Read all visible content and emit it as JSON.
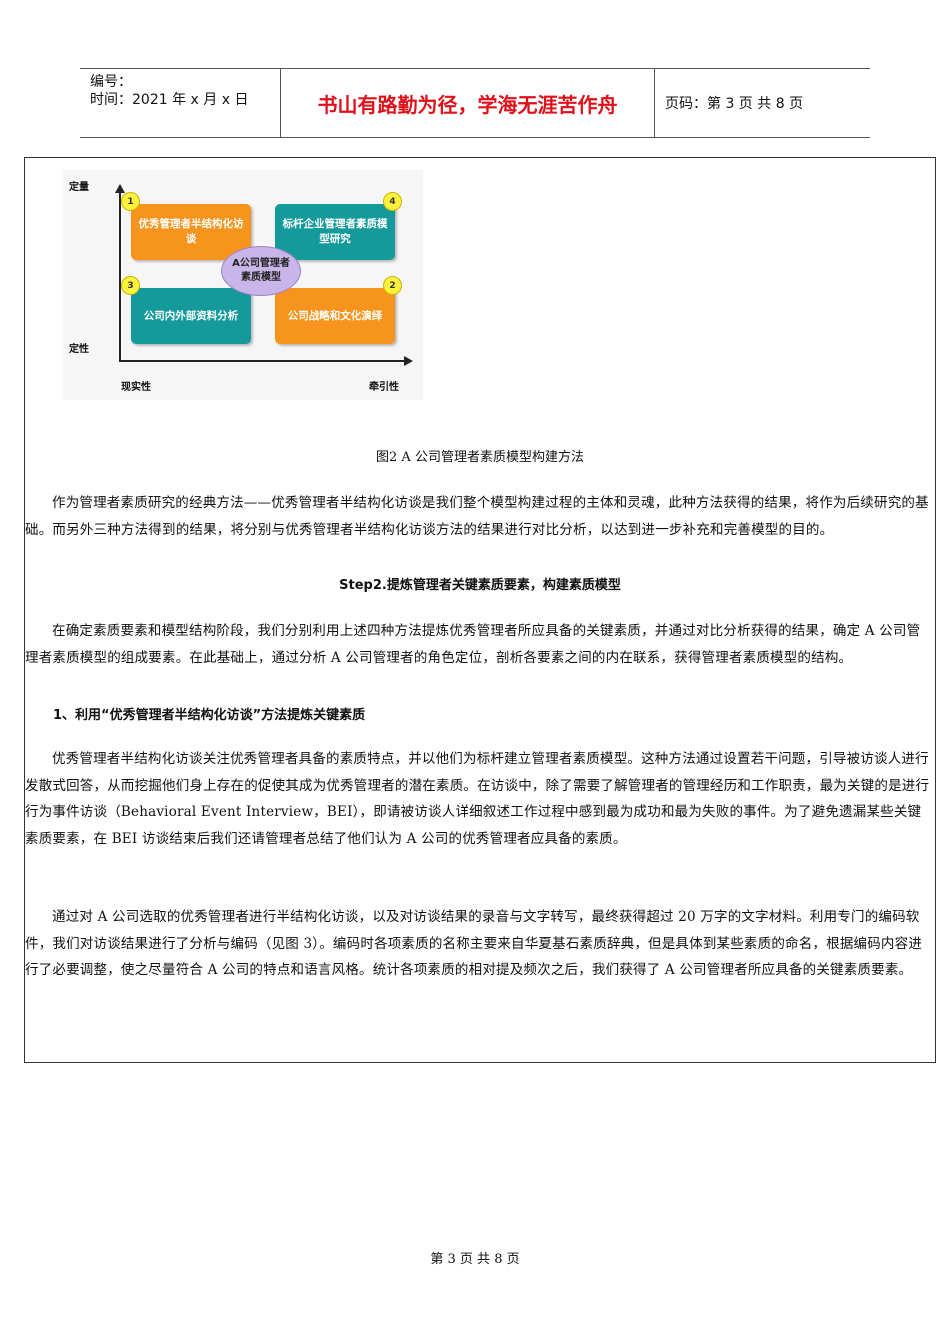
{
  "header": {
    "number_label": "编号：",
    "time_label": "时间：2021 年 x 月 x 日",
    "motto": "书山有路勤为径，学海无涯苦作舟",
    "page_info": "页码：第 3 页  共 8 页"
  },
  "figure": {
    "y_top_label": "定量",
    "y_bottom_label": "定性",
    "x_left_label": "现实性",
    "x_right_label": "牵引性",
    "center": "A公司管理者素质模型",
    "quadrants": [
      {
        "num": "1",
        "text": "优秀管理者半结构化访谈"
      },
      {
        "num": "4",
        "text": "标杆企业管理者素质模型研究"
      },
      {
        "num": "3",
        "text": "公司内外部资料分析"
      },
      {
        "num": "2",
        "text": "公司战略和文化演绎"
      }
    ],
    "caption": "图2  A 公司管理者素质模型构建方法"
  },
  "body": {
    "p1": "作为管理者素质研究的经典方法——优秀管理者半结构化访谈是我们整个模型构建过程的主体和灵魂，此种方法获得的结果，将作为后续研究的基础。而另外三种方法得到的结果，将分别与优秀管理者半结构化访谈方法的结果进行对比分析，以达到进一步补充和完善模型的目的。",
    "step2_heading": "Step2.提炼管理者关键素质要素，构建素质模型",
    "p2": "在确定素质要素和模型结构阶段，我们分别利用上述四种方法提炼优秀管理者所应具备的关键素质，并通过对比分析获得的结果，确定 A 公司管理者素质模型的组成要素。在此基础上，通过分析 A 公司管理者的角色定位，剖析各要素之间的内在联系，获得管理者素质模型的结构。",
    "sub_heading": "1、利用“优秀管理者半结构化访谈”方法提炼关键素质",
    "p3": "优秀管理者半结构化访谈关注优秀管理者具备的素质特点，并以他们为标杆建立管理者素质模型。这种方法通过设置若干问题，引导被访谈人进行发散式回答，从而挖掘他们身上存在的促使其成为优秀管理者的潜在素质。在访谈中，除了需要了解管理者的管理经历和工作职责，最为关键的是进行行为事件访谈（Behavioral Event Interview，BEI），即请被访谈人详细叙述工作过程中感到最为成功和最为失败的事件。为了避免遗漏某些关键素质要素，在 BEI 访谈结束后我们还请管理者总结了他们认为 A 公司的优秀管理者应具备的素质。",
    "p4": "通过对 A 公司选取的优秀管理者进行半结构化访谈，以及对访谈结果的录音与文字转写，最终获得超过 20 万字的文字材料。利用专门的编码软件，我们对访谈结果进行了分析与编码（见图 3）。编码时各项素质的名称主要来自华夏基石素质辞典，但是具体到某些素质的命名，根据编码内容进行了必要调整，使之尽量符合 A 公司的特点和语言风格。统计各项素质的相对提及频次之后，我们获得了 A 公司管理者所应具备的关键素质要素。"
  },
  "footer": {
    "page": "第  3  页  共  8  页"
  },
  "colors": {
    "motto": "#e0101a",
    "orange": "#f7941d",
    "teal": "#159a9c",
    "badge": "#fff23d",
    "center": "#c9b6e8"
  }
}
